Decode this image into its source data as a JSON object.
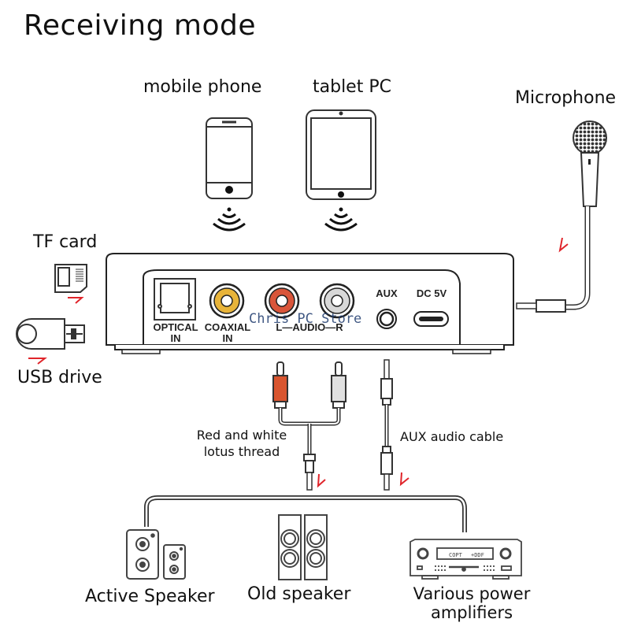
{
  "title": "Receiving mode",
  "sources": {
    "mobile_phone": "mobile phone",
    "tablet_pc": "tablet PC",
    "microphone": "Microphone",
    "tf_card": "TF card",
    "usb_drive": "USB drive"
  },
  "device_ports": {
    "optical": [
      "OPTICAL",
      "IN"
    ],
    "coaxial": [
      "COAXIAL",
      "IN"
    ],
    "audio_lr": "L—AUDIO—R",
    "aux": "AUX",
    "dc": "DC 5V"
  },
  "watermark": "Chris PC Store",
  "cables": {
    "rca": [
      "Red and white",
      "lotus thread"
    ],
    "aux": "AUX audio cable"
  },
  "outputs": {
    "active_speaker": "Active Speaker",
    "old_speaker": "Old speaker",
    "amplifier": [
      "Various power",
      "amplifiers"
    ]
  },
  "amp_display": [
    "COPT",
    "+DDF"
  ],
  "colors": {
    "coaxial_port": "#e8b43a",
    "left_port": "#d9553a",
    "right_port": "#d8d8d8",
    "red_plug": "#d9552f",
    "white_plug": "#e0e0e0",
    "arrow": "#e0242a",
    "line": "#333333"
  }
}
